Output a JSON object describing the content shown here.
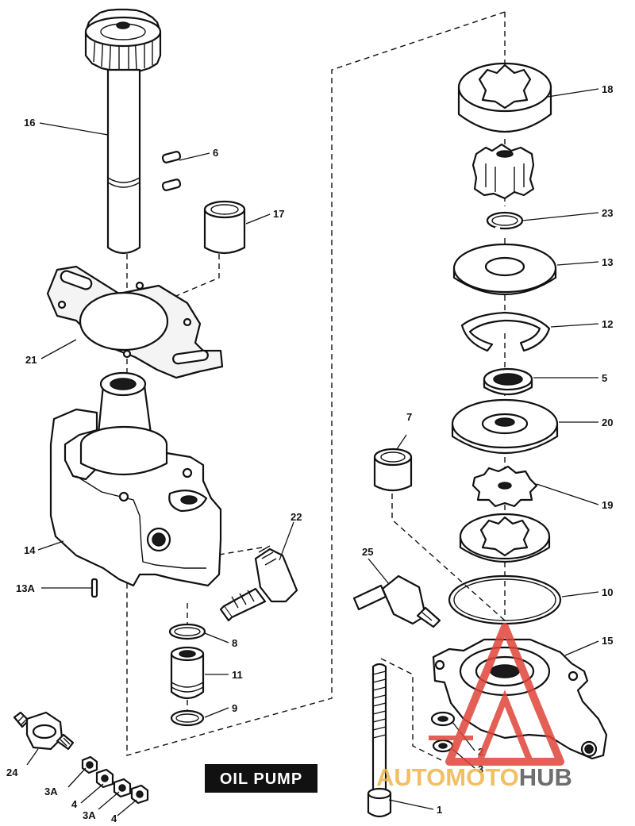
{
  "title": "OIL PUMP",
  "callouts": {
    "c1": "1",
    "c2": "2",
    "c3": "3",
    "c3a_1": "3A",
    "c3a_2": "3A",
    "c4_1": "4",
    "c4_2": "4",
    "c5": "5",
    "c6": "6",
    "c7": "7",
    "c8": "8",
    "c9": "9",
    "c10": "10",
    "c11": "11",
    "c12": "12",
    "c13": "13",
    "c13a": "13A",
    "c14": "14",
    "c15": "15",
    "c16": "16",
    "c17": "17",
    "c18": "18",
    "c19": "19",
    "c20": "20",
    "c21": "21",
    "c22": "22",
    "c23": "23",
    "c24": "24",
    "c25": "25"
  },
  "watermark": {
    "text_part1": "AUTOMOTO",
    "text_part2": "HUB",
    "color_primary": "#e0453a",
    "color_secondary": "#f0b44a",
    "color_tertiary": "#555555"
  }
}
